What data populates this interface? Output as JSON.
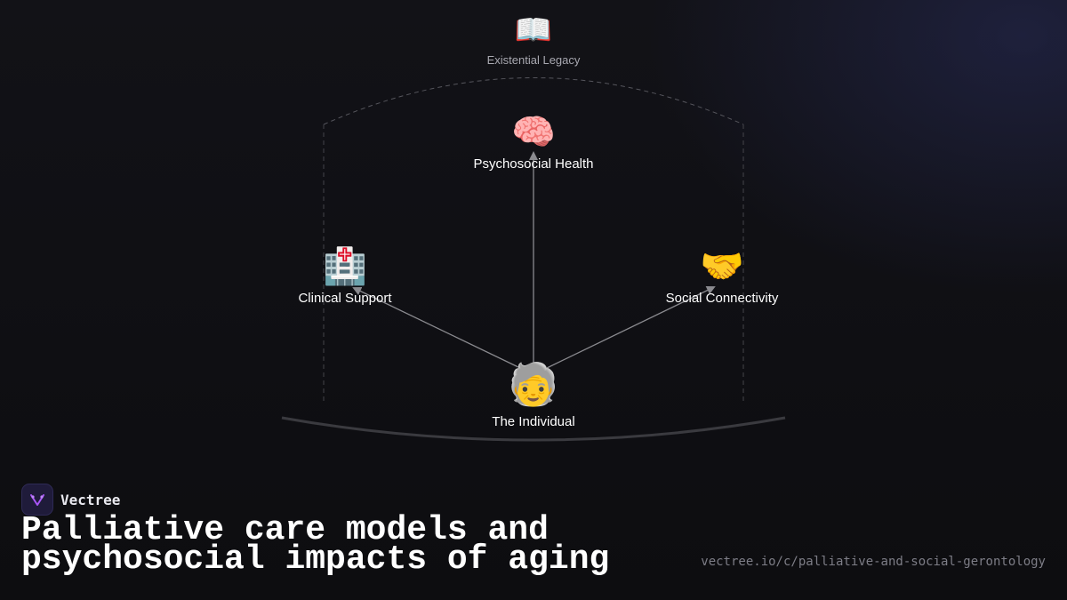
{
  "diagram": {
    "nodes": {
      "legacy": {
        "icon": "📖",
        "icon_name": "open-book-icon",
        "label": "Existential Legacy"
      },
      "psychosocial": {
        "icon": "🧠",
        "icon_name": "brain-icon",
        "label": "Psychosocial Health"
      },
      "clinical": {
        "icon": "🏥",
        "icon_name": "hospital-icon",
        "label": "Clinical Support"
      },
      "social": {
        "icon": "🤝",
        "icon_name": "handshake-icon",
        "label": "Social Connectivity"
      },
      "individual": {
        "icon": "🧓",
        "icon_name": "older-person-icon",
        "label": "The Individual"
      }
    },
    "edges": [
      {
        "from": "The Individual",
        "to": "Psychosocial Health"
      },
      {
        "from": "The Individual",
        "to": "Clinical Support"
      },
      {
        "from": "The Individual",
        "to": "Social Connectivity"
      }
    ]
  },
  "footer": {
    "brand_name": "Vectree",
    "brand_icon": "vectree-logo-icon",
    "title_line1": "Palliative care models and",
    "title_line2": "psychosocial impacts of aging",
    "url": "vectree.io/c/palliative-and-social-gerontology"
  },
  "colors": {
    "background": "#0f0f13",
    "accent": "#7c3aed",
    "edge": "#8a8a8f"
  }
}
